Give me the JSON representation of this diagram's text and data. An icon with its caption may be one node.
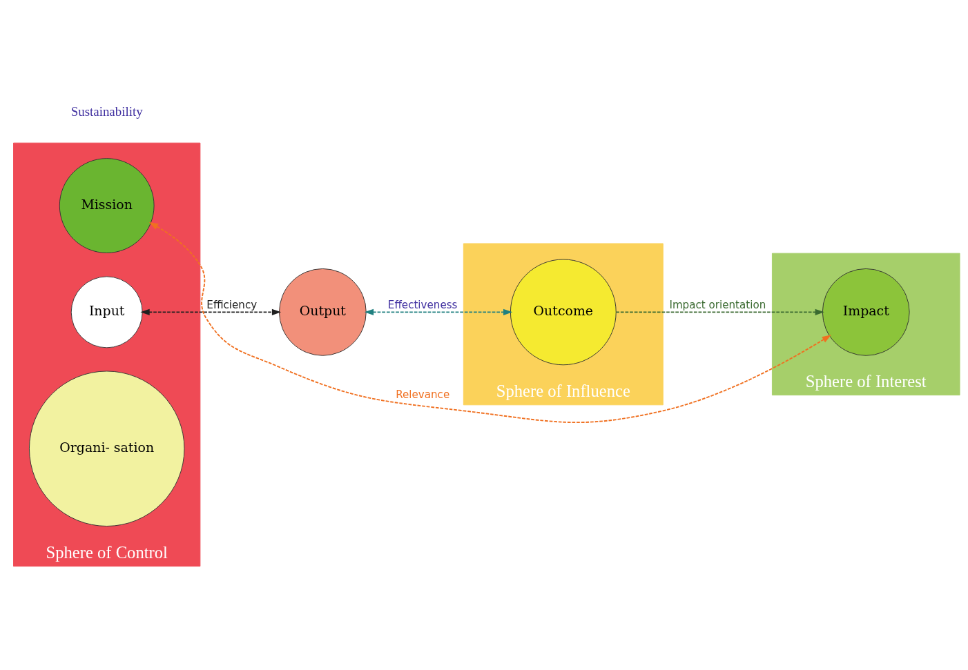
{
  "diagram": {
    "nodes": [
      {
        "text": [
          "Sphere of Control"
        ]
      },
      {
        "text": [
          "Mission"
        ],
        "in": 0
      },
      {
        "text": [
          "Input"
        ],
        "in": 0
      },
      {
        "text": [
          "Organi- sation"
        ],
        "in": 0
      },
      {
        "text": [
          "Output"
        ]
      },
      {
        "text": [
          "Sphere of Influence"
        ]
      },
      {
        "text": [
          "Outcome"
        ],
        "in": 5
      },
      {
        "text": [
          "Sphere of Interest"
        ]
      },
      {
        "text": [
          "Impact"
        ],
        "in": 7
      }
    ],
    "edges": [
      {
        "from": 8,
        "to": 1,
        "arrow": "both",
        "label": "Relevance",
        "style": "dashed",
        "color": "#f07020"
      },
      {
        "from": 2,
        "to": 4,
        "arrow": "both",
        "label": "Efficiency",
        "style": "dashed",
        "color": "#202020"
      },
      {
        "from": 4,
        "to": 6,
        "arrow": "both",
        "label": "Effectiveness",
        "style": "dashed",
        "color": "#208080"
      },
      {
        "from": 6,
        "to": 8,
        "arrow": "to",
        "label": "Impact orientation",
        "style": "dashed",
        "color": "#3a6a30"
      }
    ],
    "labels": [
      "Sustainability"
    ]
  }
}
